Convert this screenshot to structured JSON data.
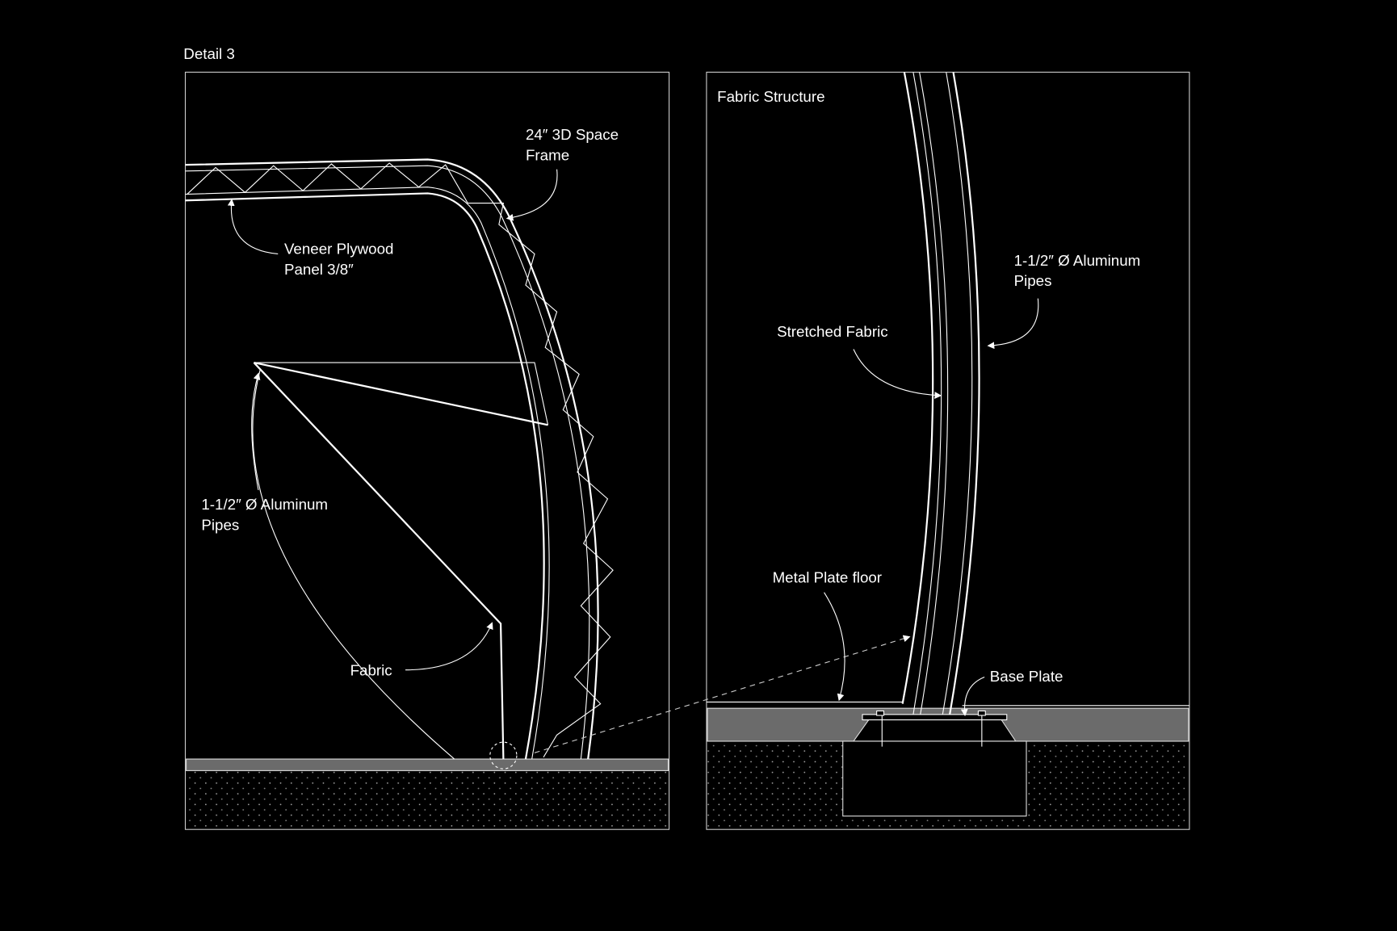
{
  "title": "Detail 3",
  "left_panel": {
    "labels": {
      "space_frame_1": "24″ 3D Space",
      "space_frame_2": "Frame",
      "veneer_1": "Veneer Plywood",
      "veneer_2": "Panel 3/8″",
      "pipes_1": "1-1/2″ Ø Aluminum",
      "pipes_2": "Pipes",
      "fabric": "Fabric"
    }
  },
  "right_panel": {
    "title": "Fabric Structure",
    "labels": {
      "pipes_1": "1-1/2″ Ø Aluminum",
      "pipes_2": "Pipes",
      "stretched_fabric": "Stretched Fabric",
      "metal_plate_floor": "Metal Plate floor",
      "base_plate": "Base Plate"
    }
  },
  "colors": {
    "background": "#000000",
    "line": "#ffffff",
    "floor_band": "#6b6b6b"
  }
}
